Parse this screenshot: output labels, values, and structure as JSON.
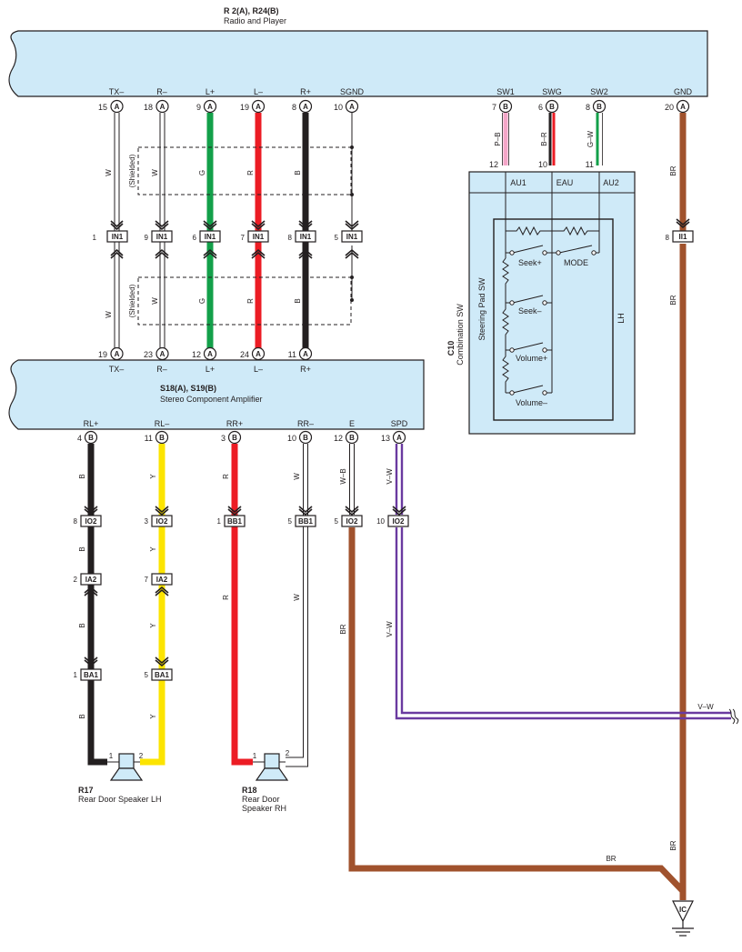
{
  "radio": {
    "code": "R 2(A), R24(B)",
    "name": "Radio and Player",
    "pins": [
      {
        "label": "TX–",
        "num": "15",
        "conn": "A"
      },
      {
        "label": "R–",
        "num": "18",
        "conn": "A"
      },
      {
        "label": "L+",
        "num": "9",
        "conn": "A"
      },
      {
        "label": "L–",
        "num": "19",
        "conn": "A"
      },
      {
        "label": "R+",
        "num": "8",
        "conn": "A"
      },
      {
        "label": "SGND",
        "num": "10",
        "conn": "A"
      },
      {
        "label": "SW1",
        "num": "7",
        "conn": "B"
      },
      {
        "label": "SWG",
        "num": "6",
        "conn": "B"
      },
      {
        "label": "SW2",
        "num": "8",
        "conn": "B"
      },
      {
        "label": "GND",
        "num": "20",
        "conn": "A"
      }
    ]
  },
  "amplifier": {
    "code": "S18(A), S19(B)",
    "name": "Stereo Component Amplifier",
    "top_pins": [
      {
        "label": "TX–",
        "num": "19",
        "conn": "A"
      },
      {
        "label": "R–",
        "num": "23",
        "conn": "A"
      },
      {
        "label": "L+",
        "num": "12",
        "conn": "A"
      },
      {
        "label": "L–",
        "num": "24",
        "conn": "A"
      },
      {
        "label": "R+",
        "num": "11",
        "conn": "A"
      }
    ],
    "bottom_pins": [
      {
        "label": "RL+",
        "num": "4",
        "conn": "B"
      },
      {
        "label": "RL–",
        "num": "11",
        "conn": "B"
      },
      {
        "label": "RR+",
        "num": "3",
        "conn": "B"
      },
      {
        "label": "RR–",
        "num": "10",
        "conn": "B"
      },
      {
        "label": "E",
        "num": "12",
        "conn": "B"
      },
      {
        "label": "SPD",
        "num": "13",
        "conn": "A"
      }
    ]
  },
  "upper_wires": [
    "W",
    "W",
    "G",
    "R",
    "B"
  ],
  "lower_wires": [
    "W",
    "W",
    "G",
    "R",
    "B"
  ],
  "shielded_label": "(Shielded)",
  "in1_connectors": [
    {
      "num": "1",
      "name": "IN1"
    },
    {
      "num": "9",
      "name": "IN1"
    },
    {
      "num": "6",
      "name": "IN1"
    },
    {
      "num": "7",
      "name": "IN1"
    },
    {
      "num": "8",
      "name": "IN1"
    },
    {
      "num": "5",
      "name": "IN1"
    }
  ],
  "steering": {
    "code": "C10",
    "name": "Combination SW",
    "pad_name": "Steering Pad SW",
    "side": "LH",
    "terminals": [
      {
        "num": "12",
        "name": "AU1",
        "wire": "P–B"
      },
      {
        "num": "10",
        "name": "EAU",
        "wire": "B–R"
      },
      {
        "num": "11",
        "name": "AU2",
        "wire": "G–W"
      }
    ],
    "switches": [
      "Seek+",
      "MODE",
      "Seek–",
      "Volume+",
      "Volume–"
    ]
  },
  "gnd_wire": {
    "color": "BR",
    "connector_num": "8",
    "connector_name": "II1"
  },
  "rear_left": {
    "wires": [
      "B",
      "B",
      "B",
      "B"
    ],
    "wires_minus": [
      "Y",
      "Y",
      "Y",
      "Y"
    ],
    "io2_plus": {
      "num": "8",
      "name": "IO2"
    },
    "io2_minus": {
      "num": "3",
      "name": "IO2"
    },
    "ia2_plus": {
      "num": "2",
      "name": "IA2"
    },
    "ia2_minus": {
      "num": "7",
      "name": "IA2"
    },
    "ba1_plus": {
      "num": "1",
      "name": "BA1"
    },
    "ba1_minus": {
      "num": "5",
      "name": "BA1"
    }
  },
  "rear_right": {
    "wire_plus": [
      "R",
      "R"
    ],
    "wire_minus": [
      "W",
      "W"
    ],
    "bb1_plus": {
      "num": "1",
      "name": "BB1"
    },
    "bb1_minus": {
      "num": "5",
      "name": "BB1"
    }
  },
  "e_wire": {
    "top": "W–B",
    "bottom": "BR",
    "connector_num": "5",
    "connector_name": "IO2"
  },
  "spd_wire": {
    "top": "V–W",
    "bottom": "V–W",
    "right": "V–W",
    "connector_num": "10",
    "connector_name": "IO2"
  },
  "speaker_lh": {
    "code": "R17",
    "name": "Rear Door Speaker LH",
    "pin1": "1",
    "pin2": "2"
  },
  "speaker_rh": {
    "code": "R18",
    "name_line1": "Rear Door",
    "name_line2": "Speaker RH",
    "pin1": "1",
    "pin2": "2"
  },
  "ground": {
    "label": "IC",
    "wire_bottom": "BR",
    "wire_right": "BR"
  },
  "colors": {
    "box_fill": "#cfeaf8",
    "white": "#ffffff",
    "green": "#13a04a",
    "red": "#ec1c24",
    "black": "#231f20",
    "brown": "#a0522d",
    "yellow": "#fce400",
    "violet": "#6a3aa0",
    "pink": "#f4a6c8"
  }
}
